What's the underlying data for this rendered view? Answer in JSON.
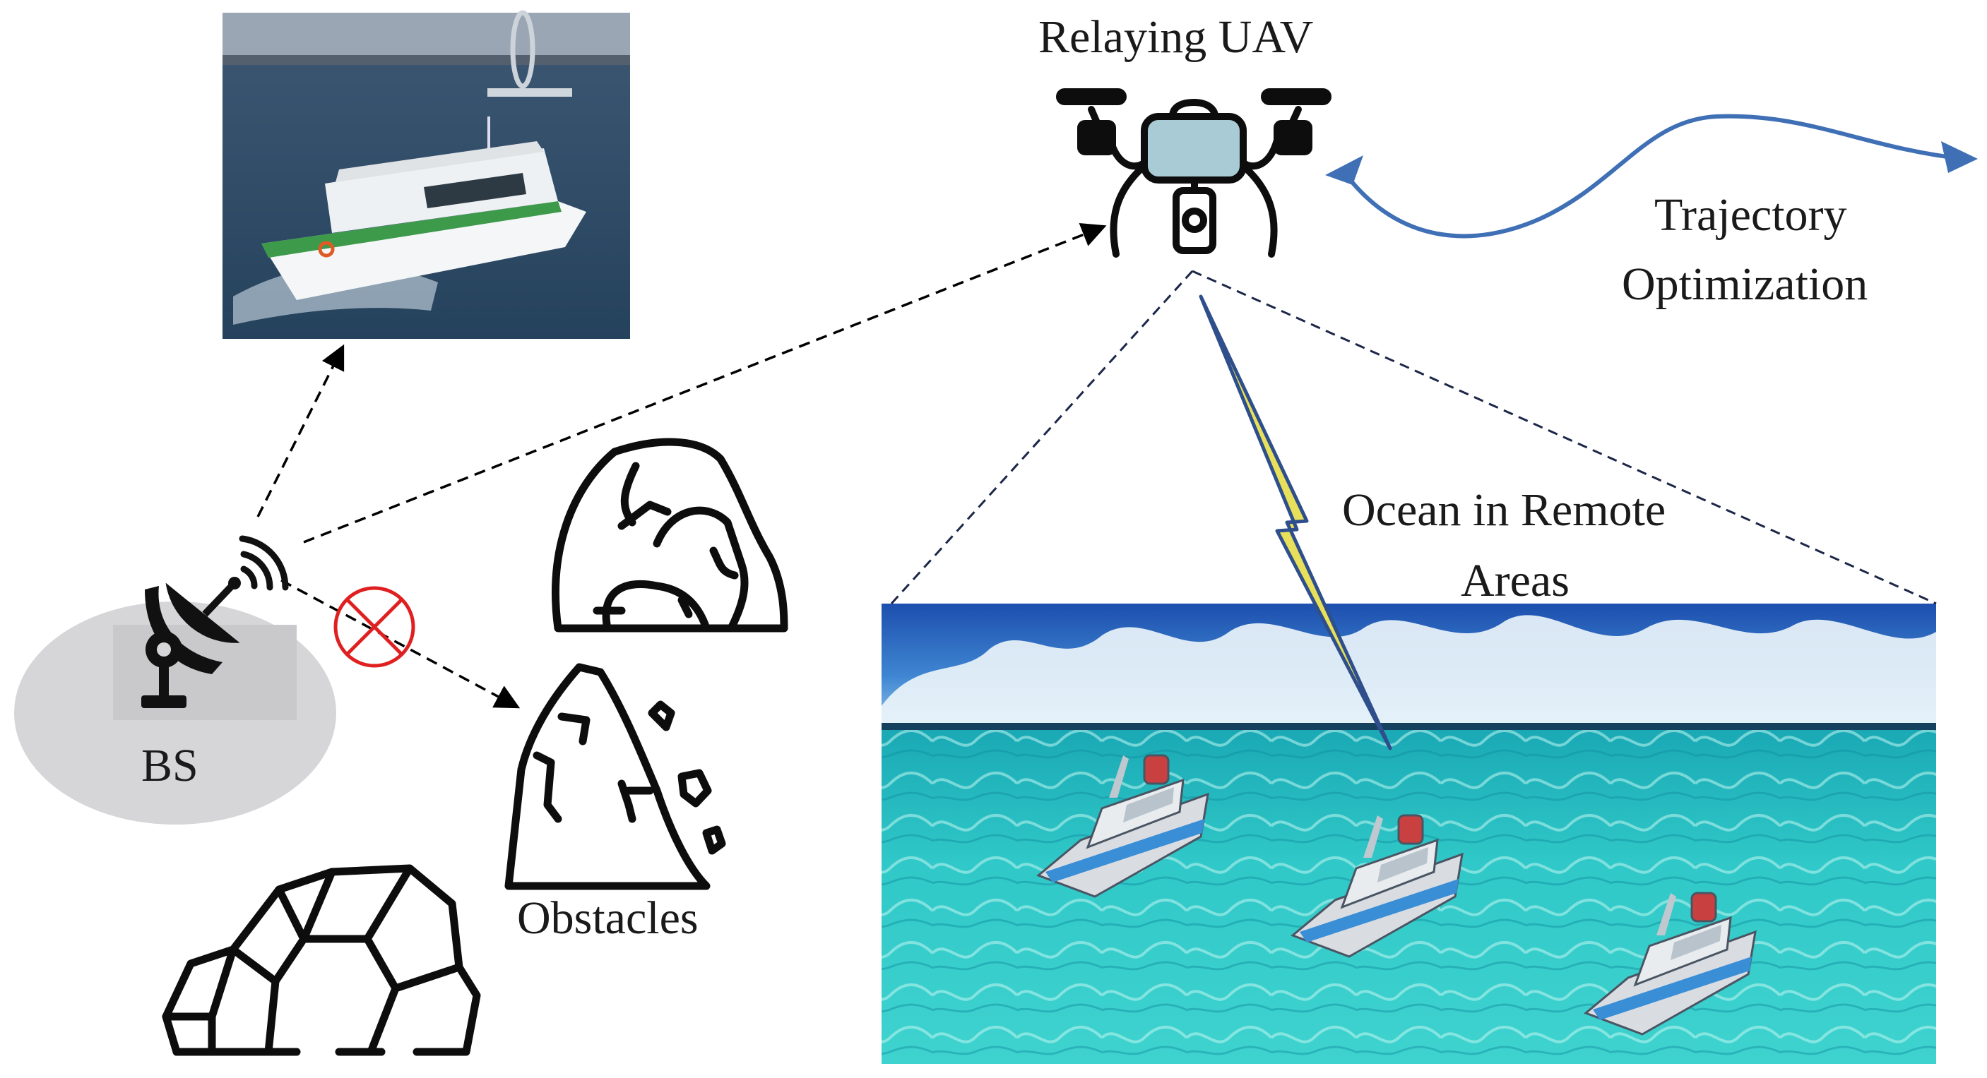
{
  "labels": {
    "relaying_uav": "Relaying UAV",
    "trajectory_line1": "Trajectory",
    "trajectory_line2": "Optimization",
    "ocean_line1": "Ocean in Remote",
    "ocean_line2": "Areas",
    "bs": "BS",
    "obstacles": "Obstacles"
  },
  "icons": {
    "uav": "drone-icon",
    "base_station": "satellite-dish-icon",
    "obstacle": "rock-icon",
    "blocked": "blocked-link-icon",
    "ship": "ship-icon",
    "vessel_photo": "vessel-photo",
    "ocean_photo": "ocean-photo"
  },
  "colors": {
    "trajectory_arrow": "#3f6fb5",
    "blocked_marker": "#e02020",
    "link_bolt": "#e8e05a",
    "ocean": "#2ec9c6",
    "sky": "#2a5fb8"
  },
  "ships_count": 3
}
